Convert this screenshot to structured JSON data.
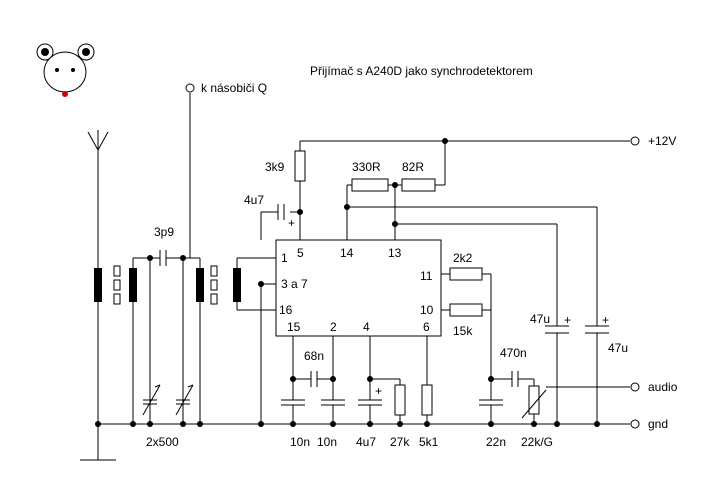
{
  "title": "Přijímač s A240D jako synchrodetektorem",
  "terminals": {
    "multiplier": "k násobiči Q",
    "supply": "+12V",
    "audio": "audio",
    "ground": "gnd"
  },
  "ic_pins": {
    "p1": "1",
    "p5": "5",
    "p14": "14",
    "p13": "13",
    "p3a7": "3 a 7",
    "p16": "16",
    "p11": "11",
    "p10": "10",
    "p15": "15",
    "p2": "2",
    "p4": "4",
    "p6": "6"
  },
  "components": {
    "c_coupling": "3p9",
    "tuning_cap": "2x500",
    "r_3k9": "3k9",
    "c_4u7_top": "4u7",
    "r_330": "330R",
    "r_82": "82R",
    "r_2k2": "2k2",
    "r_15k": "15k",
    "c_68n": "68n",
    "c_470n": "470n",
    "c_47u_a": "47u",
    "c_47u_b": "47u",
    "bottom_labels": [
      "10n",
      "10n",
      "4u7",
      "27k",
      "5k1",
      "22n",
      "22k/G"
    ]
  },
  "polarity": {
    "plus": "+"
  },
  "colors": {
    "line": "#000000",
    "background": "#ffffff",
    "mouse_nose": "#cc0000"
  }
}
